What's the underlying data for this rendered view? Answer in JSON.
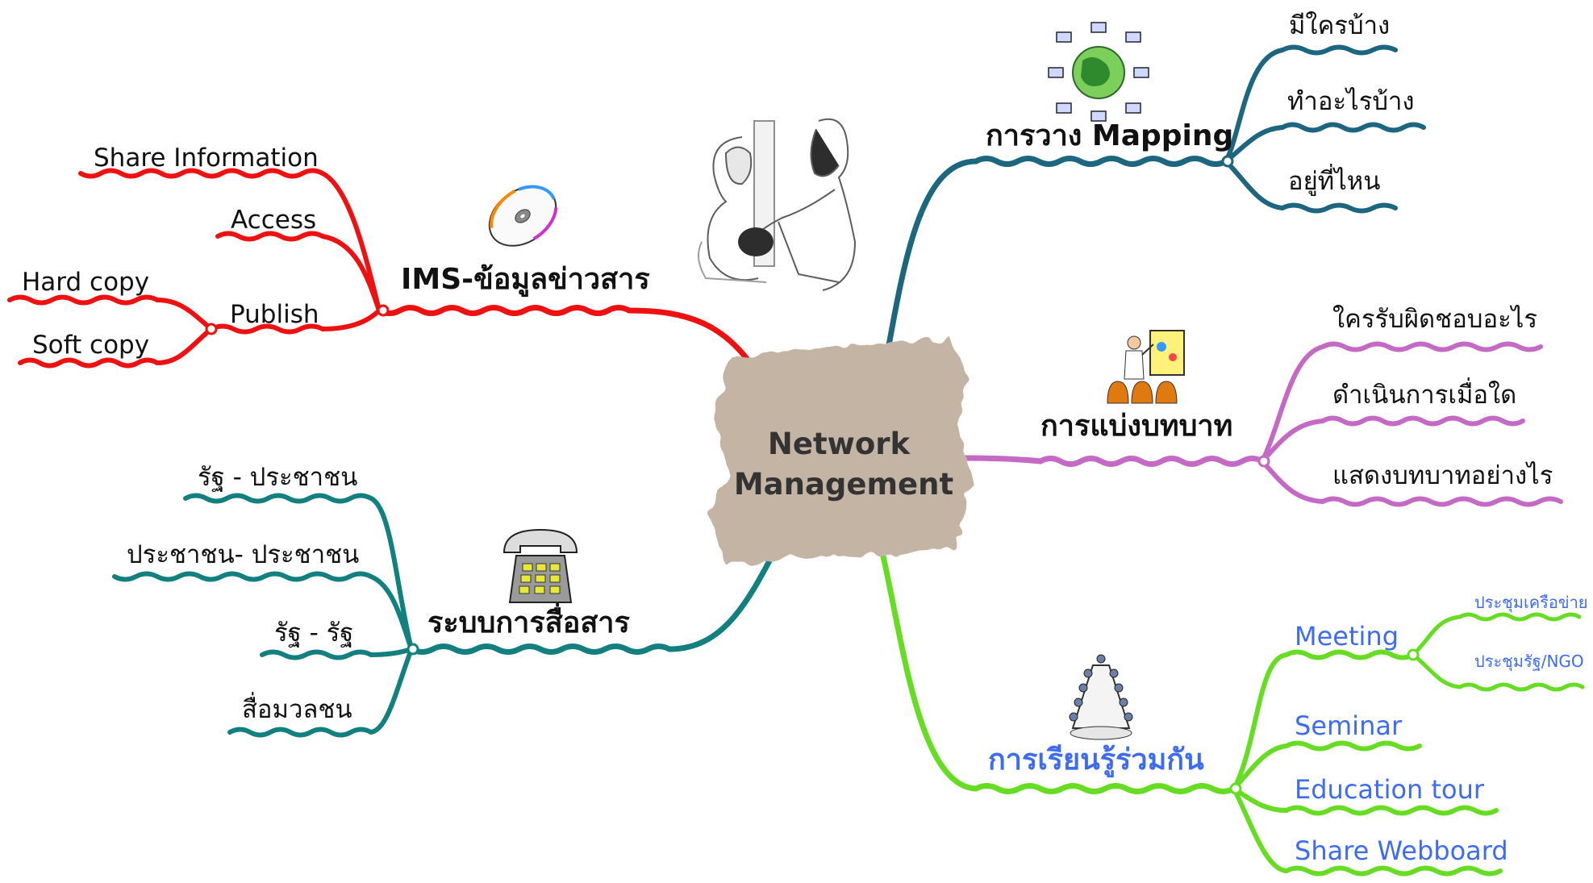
{
  "center": {
    "line1": "Network",
    "line2": "Management",
    "blob_color": "#c4b4a4"
  },
  "colors": {
    "ims": "#ee1111",
    "comm": "#138080",
    "mapping": "#1c6680",
    "roles": "#c46ac4",
    "learning": "#66dd22",
    "learning_text": "#3d6cf0"
  },
  "branches": {
    "ims": {
      "label": "IMS-ข้อมูลข่าวสาร",
      "icon": "cd-icon",
      "children": {
        "share_information": "Share Information",
        "access": "Access",
        "publish": "Publish",
        "hard_copy": "Hard copy",
        "soft_copy": "Soft copy"
      }
    },
    "comm": {
      "label": "ระบบการสื่อสาร",
      "icon": "telephone-icon",
      "children": [
        "รัฐ - ประชาชน",
        "ประชาชน- ประชาชน",
        "รัฐ - รัฐ",
        "สื่อมวลชน"
      ]
    },
    "mapping": {
      "label": "การวาง Mapping",
      "icon": "globe-network-icon",
      "children": [
        "มีใครบ้าง",
        "ทำอะไรบ้าง",
        "อยู่ที่ไหน"
      ]
    },
    "roles": {
      "label": "การแบ่งบทบาท",
      "icon": "presenter-icon",
      "children": [
        "ใครรับผิดชอบอะไร",
        "ดำเนินการเมื่อใด",
        "แสดงบทบาทอย่างไร"
      ]
    },
    "learning": {
      "label": "การเรียนรู้ร่วมกัน",
      "icon": "conference-table-icon",
      "children": {
        "meeting": "Meeting",
        "meeting_sub": [
          "ประชุมเครือข่าย",
          "ประชุมรัฐ/NGO"
        ],
        "seminar": "Seminar",
        "education_tour": "Education tour",
        "share_webboard": "Share Webboard"
      }
    }
  },
  "illustration": "doctor-patient-sketch"
}
